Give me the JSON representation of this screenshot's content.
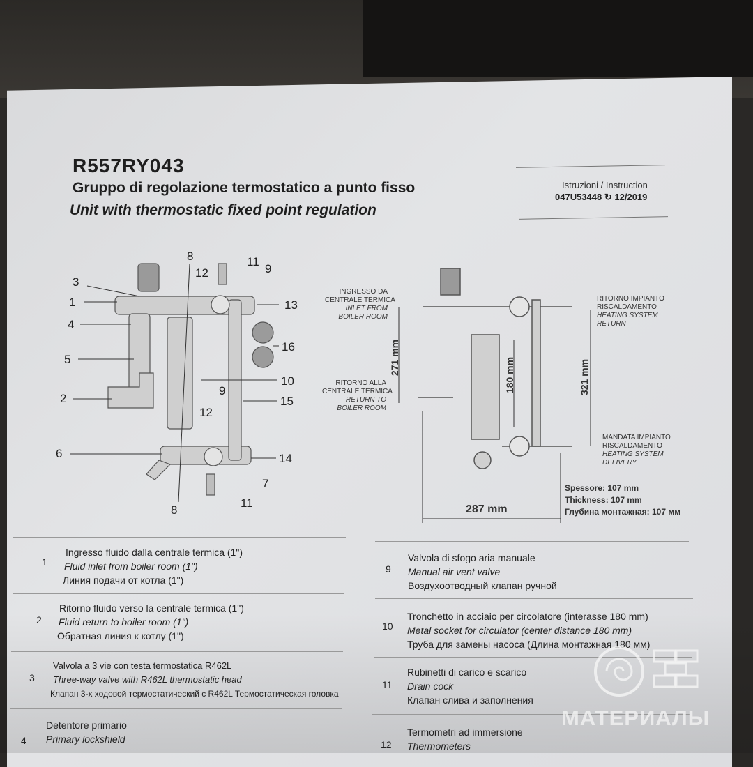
{
  "header": {
    "model": "R557RY043",
    "title_it": "Gruppo di regolazione termostatico a punto fisso",
    "title_en": "Unit with thermostatic fixed point regulation",
    "instructions": "Istruzioni / Instruction",
    "doc_code": "047U53448",
    "doc_date": "12/2019"
  },
  "diagram": {
    "callouts_left": [
      "3",
      "1",
      "4",
      "5",
      "2",
      "6"
    ],
    "callouts_top": [
      "8",
      "12",
      "11",
      "9"
    ],
    "callouts_right": [
      "13",
      "16",
      "10",
      "15",
      "14",
      "7"
    ],
    "callouts_mid": [
      "9",
      "12"
    ],
    "callouts_bottom": [
      "8",
      "11"
    ]
  },
  "dimensions": {
    "inlet": [
      "INGRESSO DA",
      "CENTRALE TERMICA",
      "INLET FROM",
      "BOILER ROOM"
    ],
    "return_boiler": [
      "RITORNO ALLA",
      "CENTRALE TERMICA",
      "RETURN TO",
      "BOILER ROOM"
    ],
    "return_system": [
      "RITORNO IMPIANTO",
      "RISCALDAMENTO",
      "HEATING SYSTEM",
      "RETURN"
    ],
    "delivery": [
      "MANDATA IMPIANTO",
      "RISCALDAMENTO",
      "HEATING SYSTEM",
      "DELIVERY"
    ],
    "h271": "271 mm",
    "h180": "180 mm",
    "h321": "321 mm",
    "w287": "287 mm",
    "thickness_it": "Spessore: 107 mm",
    "thickness_en": "Thickness: 107 mm",
    "thickness_ru": "Глубина монтажная: 107 мм"
  },
  "legend": [
    {
      "n": "1",
      "it": "Ingresso fluido dalla centrale termica (1\")",
      "en": "Fluid inlet from boiler room (1\")",
      "ru": "Линия подачи от котла (1\")"
    },
    {
      "n": "2",
      "it": "Ritorno fluido verso la centrale termica (1\")",
      "en": "Fluid return to boiler room (1\")",
      "ru": "Обратная линия к котлу (1\")"
    },
    {
      "n": "3",
      "it": "Valvola a 3 vie con testa termostatica R462L",
      "en": "Three-way valve with R462L thermostatic head",
      "ru": "Клапан 3-х ходовой термостатический с R462L Термостатическая головка"
    },
    {
      "n": "4",
      "it": "Detentore primario",
      "en": "Primary lockshield",
      "ru": ""
    },
    {
      "n": "9",
      "it": "Valvola di sfogo aria manuale",
      "en": "Manual air vent valve",
      "ru": "Воздухоотводный клапан ручной"
    },
    {
      "n": "10",
      "it": "Tronchetto in acciaio per circolatore (interasse 180 mm)",
      "en": "Metal socket for circulator (center distance 180 mm)",
      "ru": "Труба для замены насоса (Длина монтажная 180 мм)"
    },
    {
      "n": "11",
      "it": "Rubinetti di carico e scarico",
      "en": "Drain cock",
      "ru": "Клапан слива и заполнения"
    },
    {
      "n": "12",
      "it": "Termometri ad immersione",
      "en": "Thermometers",
      "ru": ""
    }
  ],
  "watermark": "МАТЕРИАЛЫ",
  "colors": {
    "paper": "#e0e1e3",
    "ink": "#1e1e1e",
    "background": "#2a2826"
  }
}
